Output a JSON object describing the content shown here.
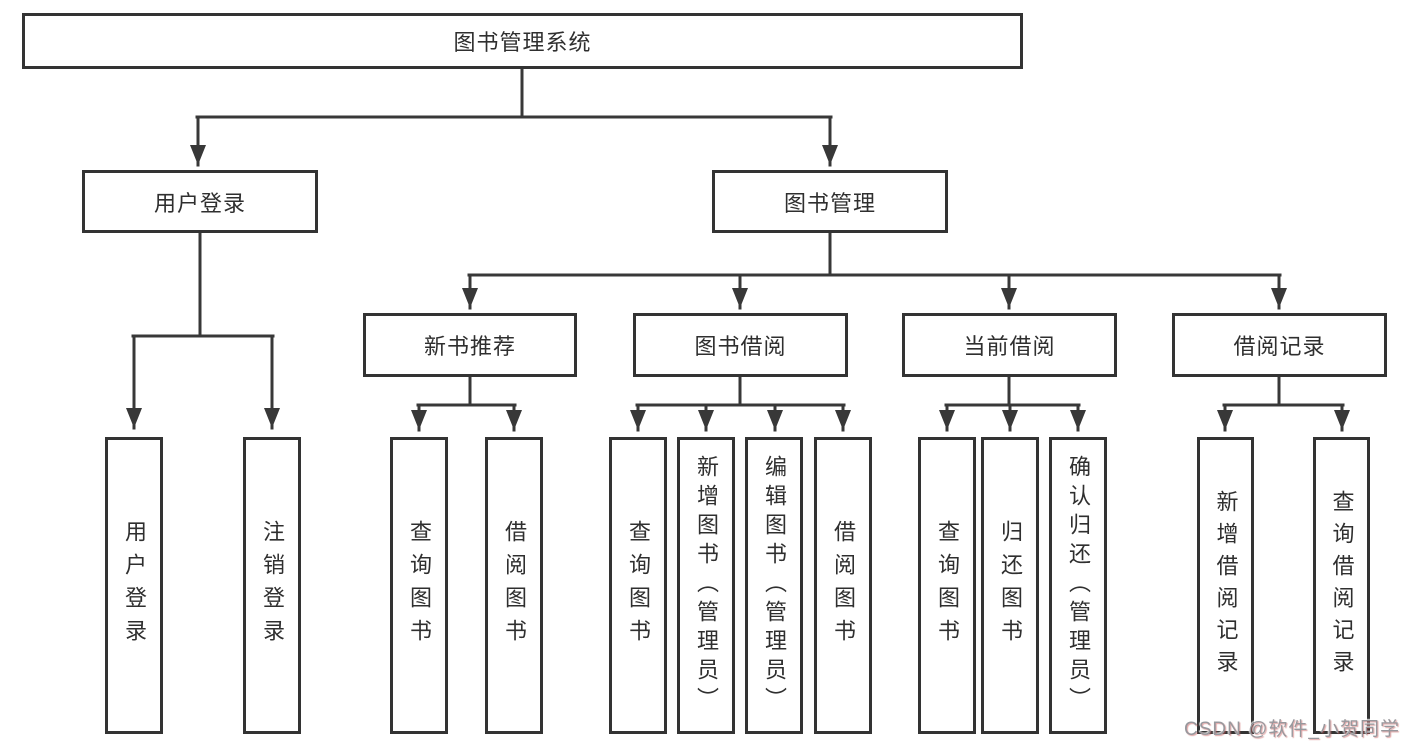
{
  "title": {
    "label": "图书管理系统"
  },
  "level2": {
    "user_login": {
      "label": "用户登录"
    },
    "book_mgmt": {
      "label": "图书管理"
    }
  },
  "level3": {
    "new_books": {
      "label": "新书推荐"
    },
    "book_borrow": {
      "label": "图书借阅"
    },
    "current_borrow": {
      "label": "当前借阅"
    },
    "borrow_records": {
      "label": "借阅记录"
    }
  },
  "leaves": {
    "user_login": [
      "用户登录",
      "注销登录"
    ],
    "new_books": [
      "查询图书",
      "借阅图书"
    ],
    "book_borrow": [
      "查询图书",
      "新增图书（管理员）",
      "编辑图书（管理员）",
      "借阅图书"
    ],
    "current_borrow": [
      "查询图书",
      "归还图书",
      "确认归还（管理员）"
    ],
    "borrow_records": [
      "新增借阅记录",
      "查询借阅记录"
    ]
  },
  "colors": {
    "line": "#383838",
    "border": "#333333",
    "text": "#2f2f2f",
    "watermark_gray": "#98989d",
    "watermark_red": "#c75858"
  },
  "watermark": {
    "text": "CSDN @软件_小贺同学"
  }
}
